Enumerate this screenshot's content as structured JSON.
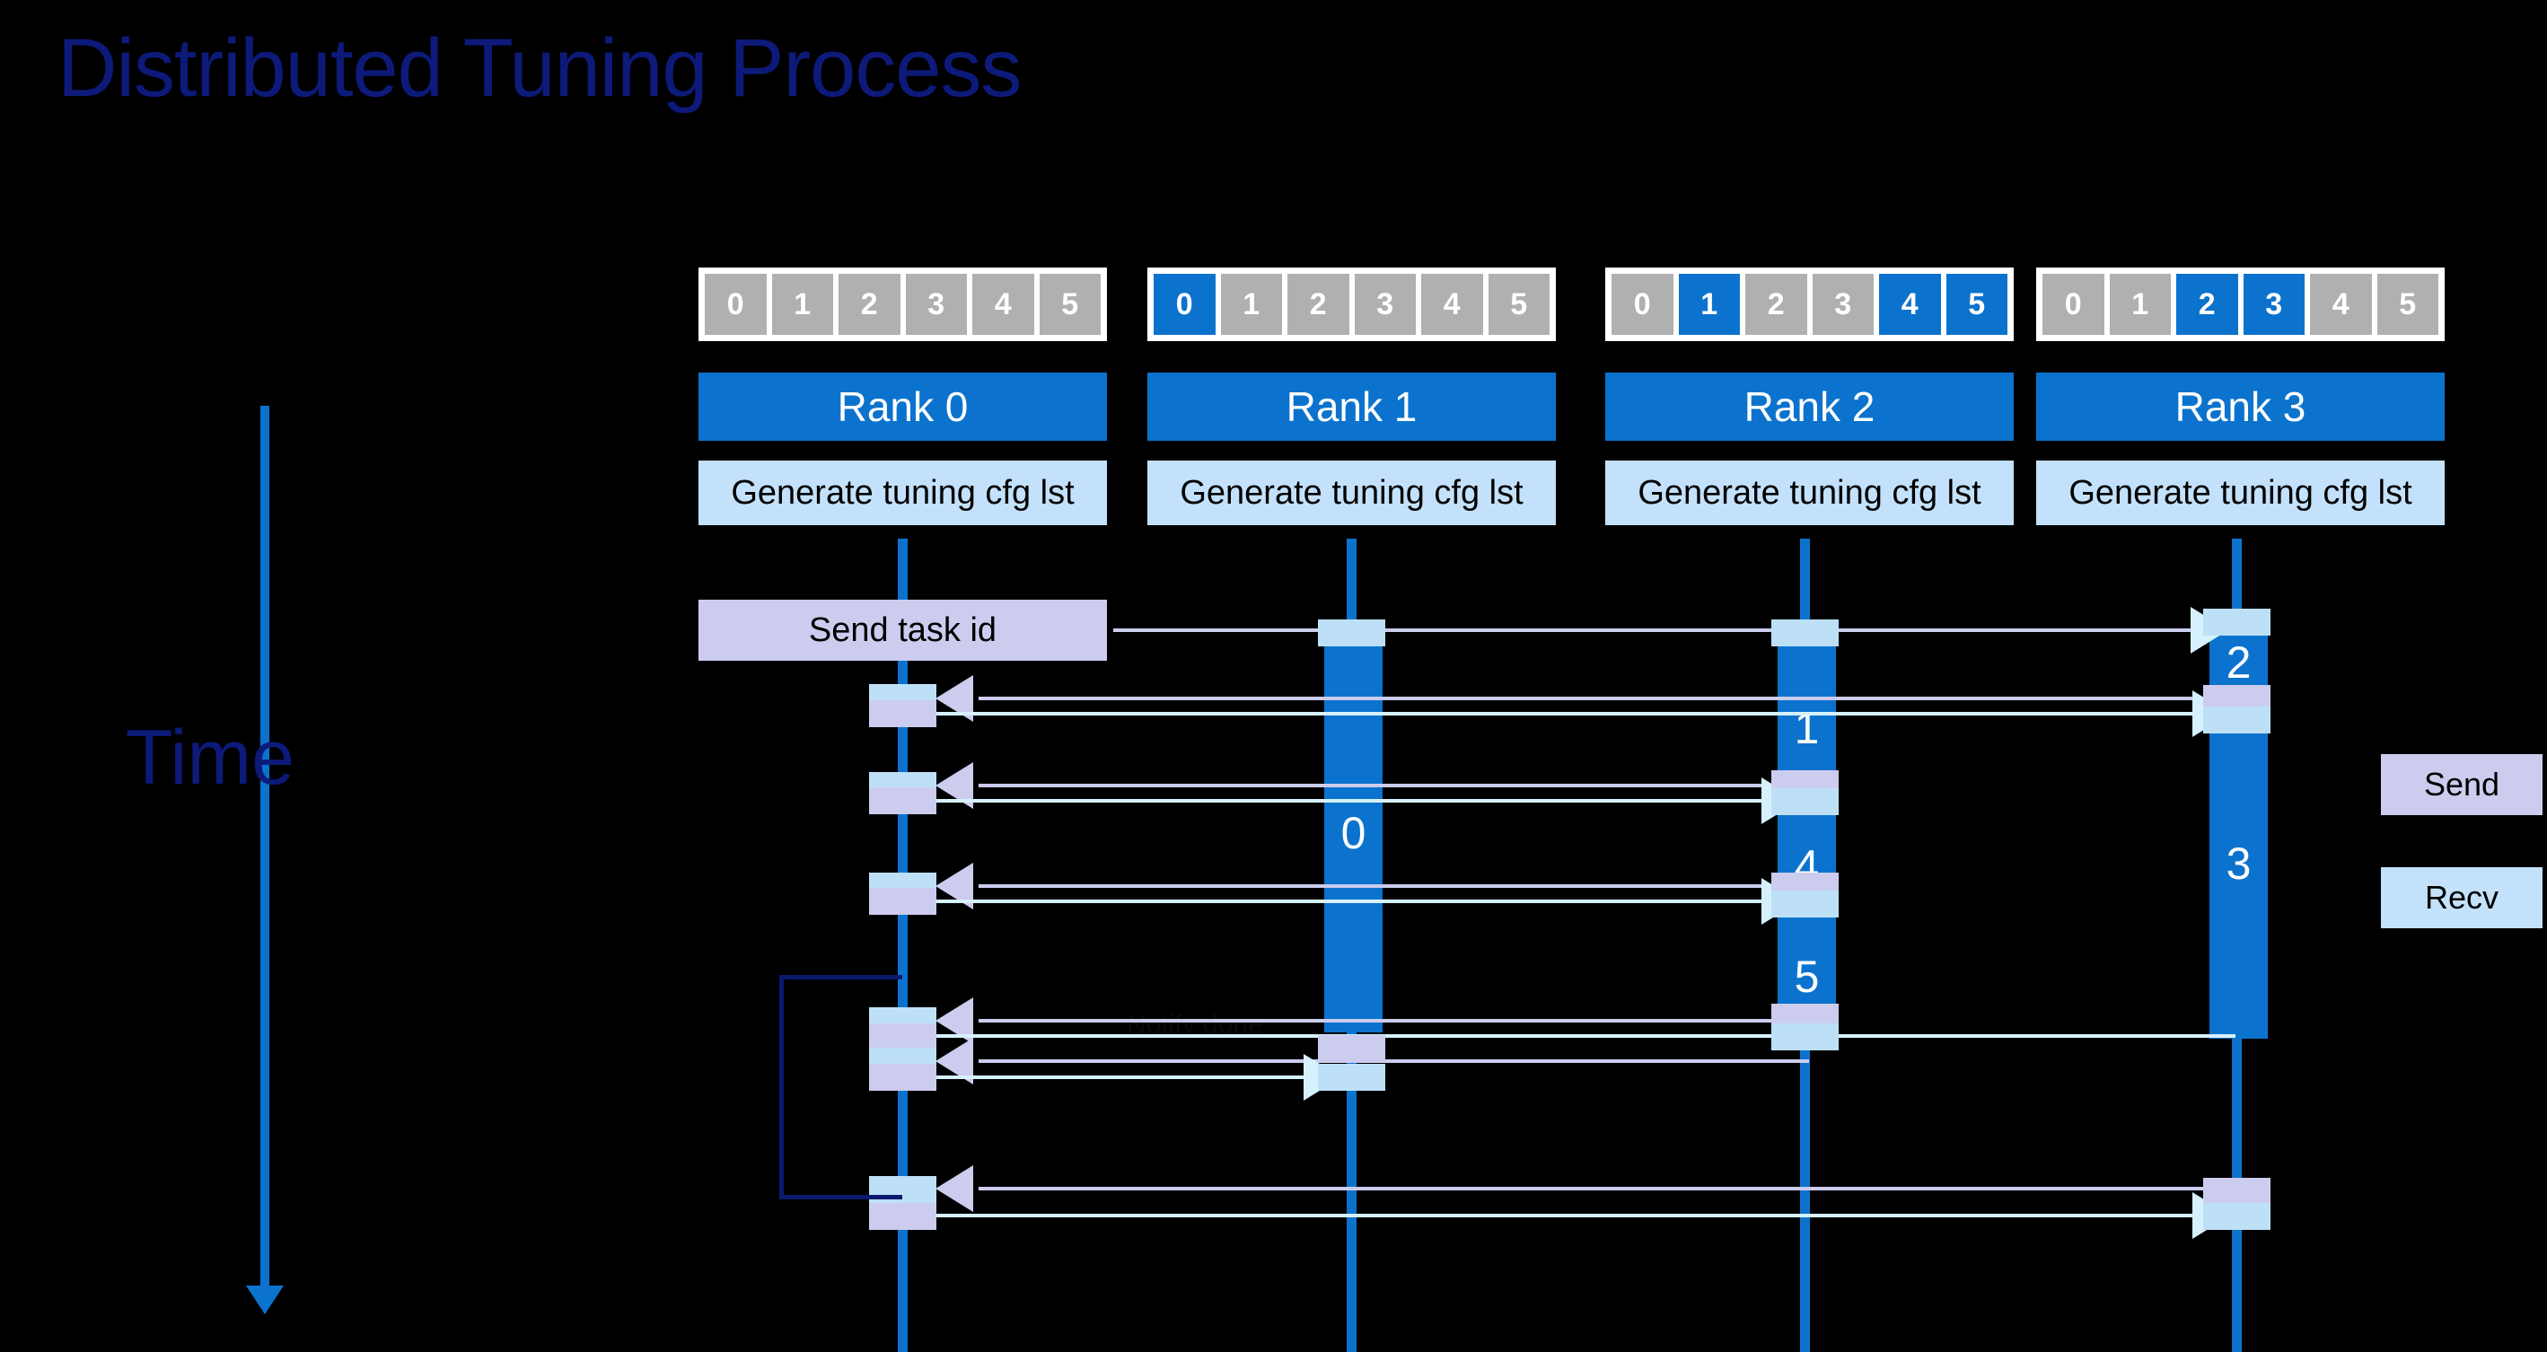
{
  "title": "Distributed Tuning Process",
  "time_axis": {
    "label": "Time",
    "direction": "downward"
  },
  "legend": {
    "send_label": "Send",
    "recv_label": "Recv"
  },
  "callout": {
    "send_task_id": "Send task id"
  },
  "annotation": {
    "faint_label": "Notify done"
  },
  "ranks": [
    {
      "name": "Rank 0",
      "gen_label": "Generate tuning cfg lst",
      "cells": [
        {
          "label": "0",
          "active": false
        },
        {
          "label": "1",
          "active": false
        },
        {
          "label": "2",
          "active": false
        },
        {
          "label": "3",
          "active": false
        },
        {
          "label": "4",
          "active": false
        },
        {
          "label": "5",
          "active": false
        }
      ],
      "tasks": []
    },
    {
      "name": "Rank 1",
      "gen_label": "Generate tuning cfg lst",
      "cells": [
        {
          "label": "0",
          "active": true
        },
        {
          "label": "1",
          "active": false
        },
        {
          "label": "2",
          "active": false
        },
        {
          "label": "3",
          "active": false
        },
        {
          "label": "4",
          "active": false
        },
        {
          "label": "5",
          "active": false
        }
      ],
      "tasks": [
        {
          "label": "0"
        }
      ]
    },
    {
      "name": "Rank 2",
      "gen_label": "Generate tuning cfg lst",
      "cells": [
        {
          "label": "0",
          "active": false
        },
        {
          "label": "1",
          "active": true
        },
        {
          "label": "2",
          "active": false
        },
        {
          "label": "3",
          "active": false
        },
        {
          "label": "4",
          "active": true
        },
        {
          "label": "5",
          "active": true
        }
      ],
      "tasks": [
        {
          "label": "1"
        },
        {
          "label": "4"
        },
        {
          "label": "5"
        }
      ]
    },
    {
      "name": "Rank 3",
      "gen_label": "Generate tuning cfg lst",
      "cells": [
        {
          "label": "0",
          "active": false
        },
        {
          "label": "1",
          "active": false
        },
        {
          "label": "2",
          "active": true
        },
        {
          "label": "3",
          "active": true
        },
        {
          "label": "4",
          "active": false
        },
        {
          "label": "5",
          "active": false
        }
      ],
      "tasks": [
        {
          "label": "2"
        },
        {
          "label": "3"
        }
      ]
    }
  ],
  "colors": {
    "background": "#000000",
    "brand_blue": "#0b73ce",
    "title_navy": "#0d1a7a",
    "send_fill": "#ccccef",
    "recv_fill": "#bee0f7",
    "gen_fill": "#c3e1fa",
    "cell_idle": "#b0b0b0",
    "bracket_navy": "#0b1a6e"
  }
}
